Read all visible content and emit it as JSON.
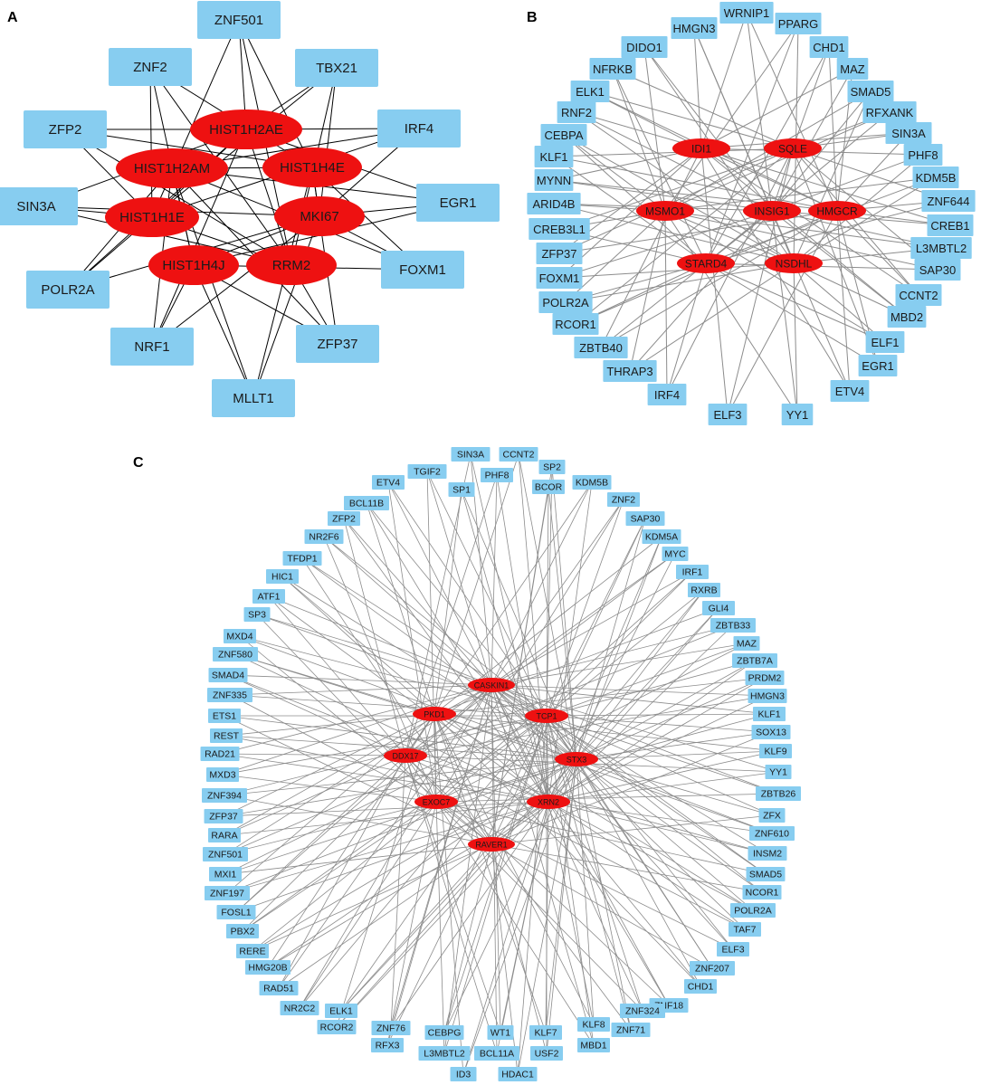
{
  "panels": [
    {
      "letter": "A",
      "hubs": [
        "HIST1H2AE",
        "HIST1H2AM",
        "HIST1H4E",
        "HIST1H1E",
        "MKI67",
        "HIST1H4J",
        "RRM2"
      ],
      "tfs": [
        "ZNF501",
        "ZNF2",
        "TBX21",
        "ZFP2",
        "IRF4",
        "SIN3A",
        "EGR1",
        "POLR2A",
        "FOXM1",
        "NRF1",
        "ZFP37",
        "MLLT1"
      ]
    },
    {
      "letter": "B",
      "hubs": [
        "IDI1",
        "SQLE",
        "MSMO1",
        "INSIG1",
        "HMGCR",
        "STARD4",
        "NSDHL"
      ],
      "tfs": [
        "HMGN3",
        "WRNIP1",
        "PPARG",
        "DIDO1",
        "CHD1",
        "NFRKB",
        "MAZ",
        "ELK1",
        "SMAD5",
        "RNF2",
        "RFXANK",
        "CEBPA",
        "SIN3A",
        "KLF1",
        "PHF8",
        "MYNN",
        "KDM5B",
        "ARID4B",
        "ZNF644",
        "CREB3L1",
        "CREB1",
        "ZFP37",
        "L3MBTL2",
        "FOXM1",
        "SAP30",
        "POLR2A",
        "CCNT2",
        "RCOR1",
        "MBD2",
        "ZBTB40",
        "ELF1",
        "THRAP3",
        "EGR1",
        "IRF4",
        "ETV4",
        "ELF3",
        "YY1"
      ]
    },
    {
      "letter": "C",
      "hubs": [
        "CASKIN1",
        "PKD1",
        "TCP1",
        "DDX17",
        "STX3",
        "EXOC7",
        "XRN2",
        "RAVER1"
      ],
      "tfs": [
        "SIN3A",
        "CCNT2",
        "TGIF2",
        "PHF8",
        "SP2",
        "ETV4",
        "SP1",
        "BCOR",
        "KDM5B",
        "BCL11B",
        "ZNF2",
        "ZFP2",
        "SAP30",
        "NR2F6",
        "KDM5A",
        "TFDP1",
        "MYC",
        "HIC1",
        "IRF1",
        "ATF1",
        "RXRB",
        "SP3",
        "GLI4",
        "MXD4",
        "ZBTB33",
        "ZNF580",
        "MAZ",
        "SMAD4",
        "ZBTB7A",
        "ZNF335",
        "PRDM2",
        "ETS1",
        "HMGN3",
        "REST",
        "KLF1",
        "RAD21",
        "SOX13",
        "MXD3",
        "KLF9",
        "ZNF394",
        "YY1",
        "ZFP37",
        "ZBTB26",
        "RARA",
        "ZFX",
        "ZNF501",
        "ZNF610",
        "MXI1",
        "INSM2",
        "ZNF197",
        "SMAD5",
        "FOSL1",
        "NCOR1",
        "PBX2",
        "POLR2A",
        "RERE",
        "TAF7",
        "HMG20B",
        "ELF3",
        "RAD51",
        "ZNF207",
        "NR2C2",
        "CHD1",
        "ELK1",
        "ZNF18",
        "RCOR2",
        "ZNF324",
        "ZNF76",
        "ZNF71",
        "RFX3",
        "KLF8",
        "CEBPG",
        "WT1",
        "KLF7",
        "L3MBTL2",
        "BCL11A",
        "USF2",
        "MBD1",
        "ID3",
        "HDAC1"
      ]
    }
  ],
  "colors": {
    "tf_fill": "#87cdf0",
    "hub_fill": "#ee1111",
    "edge_A": "#000000",
    "edge_BC": "#8c8c8c"
  }
}
